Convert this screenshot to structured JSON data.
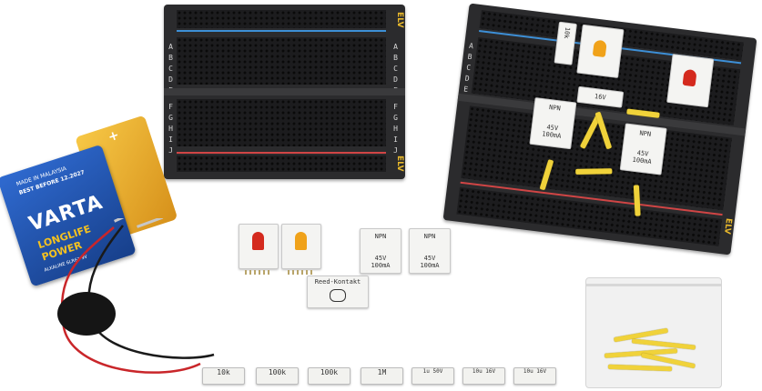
{
  "breadboard_left": {
    "brand": "ELV",
    "row_labels_top": "ABCDE",
    "row_labels_bottom": "FGHIJ"
  },
  "breadboard_right": {
    "brand": "ELV",
    "row_labels": "ABCDE"
  },
  "battery": {
    "brand": "VARTA",
    "line1": "LONGLIFE",
    "line2": "POWER",
    "origin": "MADE IN MALAYSIA",
    "best_before": "BEST BEFORE 12.2027",
    "type": "ALKALINE 6LR61 9V",
    "polarity_plus": "+"
  },
  "modules": {
    "npn_label": "NPN",
    "npn_rating_1": "45V",
    "npn_rating_2": "100mA",
    "reed_label": "Reed-Kontakt"
  },
  "resistors": [
    "10k",
    "100k",
    "100k",
    "1M"
  ],
  "capacitors": [
    "1u 50V",
    "10u 16V",
    "10u 16V"
  ],
  "board_resistor": "10k",
  "board_cap": "16V",
  "colors": {
    "led_red": "#d42a1e",
    "led_orange": "#f0a21a",
    "jumper": "#f0d23a",
    "battery_blue": "#1e4fa8",
    "battery_gold": "#e9a326"
  }
}
